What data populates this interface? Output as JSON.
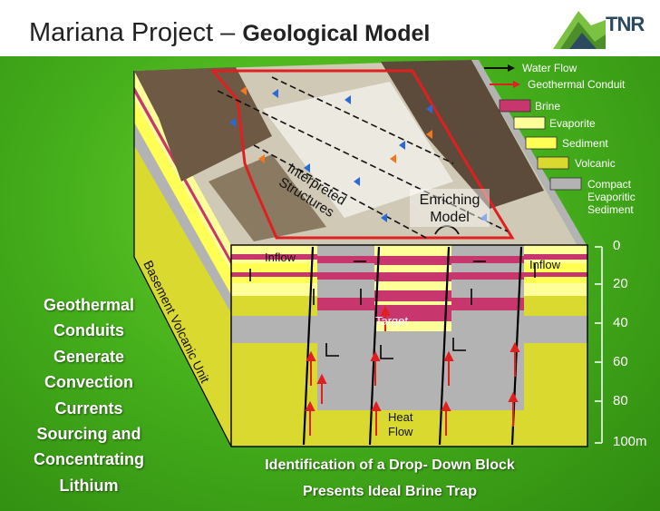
{
  "title": {
    "main": "Mariana Project",
    "dash": " – ",
    "sub": "Geological Model"
  },
  "logo": {
    "text": "TNR"
  },
  "legend": [
    {
      "label": "Water Flow",
      "kind": "arrow",
      "color": "#111111"
    },
    {
      "label": "Geothermal Conduit",
      "kind": "arrow",
      "color": "#e02020"
    },
    {
      "label": "Brine",
      "kind": "swatch",
      "color": "#c8366e"
    },
    {
      "label": "Evaporite",
      "kind": "swatch",
      "color": "#ffff99"
    },
    {
      "label": "Sediment",
      "kind": "swatch",
      "color": "#ffff55"
    },
    {
      "label": "Volcanic",
      "kind": "swatch",
      "color": "#d9d930"
    },
    {
      "label": "Compact Evaporitic Sediment",
      "lines": [
        "Compact",
        "Evaporitic",
        "Sediment"
      ],
      "kind": "swatch",
      "color": "#b3b3b3"
    }
  ],
  "block_labels": {
    "interpreted": [
      "Interpreted",
      "Structures"
    ],
    "enriching": [
      "Enriching",
      "Model"
    ],
    "basement": "Basement Volcanic Unit",
    "inflow_left": "Inflow",
    "inflow_right": "Inflow",
    "target": "Target",
    "heat_flow": [
      "Heat",
      "Flow"
    ]
  },
  "depth_scale": [
    "0",
    "20",
    "40",
    "60",
    "80",
    "100m"
  ],
  "side_text": [
    "Geothermal",
    "Conduits",
    "Generate",
    "Convection",
    "Currents",
    "Sourcing and",
    "Concentrating",
    "Lithium"
  ],
  "caption": [
    "Identification of a Drop- Down Block",
    "Presents Ideal Brine Trap"
  ],
  "colors": {
    "brine": "#c8366e",
    "evaporite": "#ffff99",
    "sediment": "#ffff55",
    "volcanic": "#d9d930",
    "compact": "#b3b3b3",
    "conduit": "#e02020",
    "background": "#46b01c"
  }
}
